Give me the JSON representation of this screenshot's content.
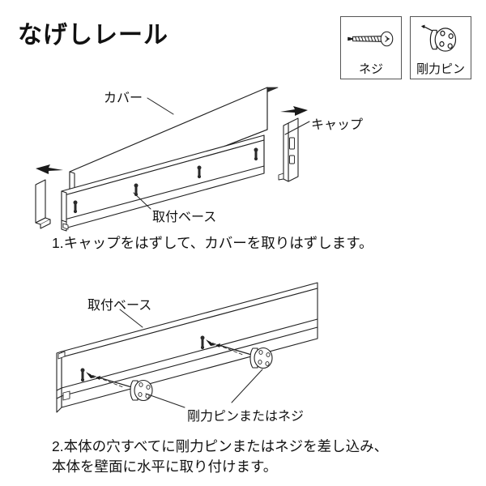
{
  "page": {
    "title": "なげしレール",
    "background_color": "#ffffff",
    "line_color": "#222222",
    "text_color": "#111111"
  },
  "legend": {
    "items": [
      {
        "icon": "screw-icon",
        "label": "ネジ"
      },
      {
        "icon": "strong-pin-icon",
        "label": "剛力ピン"
      }
    ]
  },
  "diagram1": {
    "name": "exploded-rail-assembly",
    "labels": {
      "cover": "カバー",
      "cap": "キャップ",
      "mounting_base": "取付ベース"
    }
  },
  "diagram2": {
    "name": "base-with-fasteners",
    "labels": {
      "mounting_base": "取付ベース",
      "pin_or_screw": "剛力ピンまたはネジ"
    }
  },
  "steps": [
    {
      "number": "1",
      "text": "1.キャップをはずして、カバーを取りはずします。"
    },
    {
      "number": "2",
      "line1": "2.本体の穴すべてに剛力ピンまたはネジを差し込み、",
      "line2": "本体を壁面に水平に取り付けます。"
    }
  ]
}
